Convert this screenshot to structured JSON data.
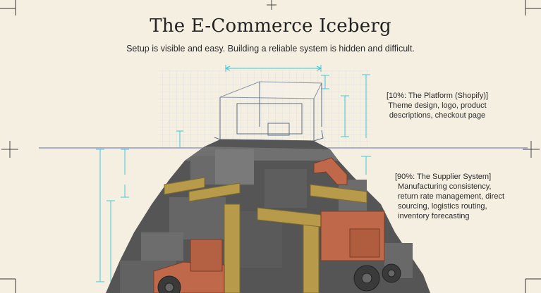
{
  "header": {
    "title": "The E-Commerce Iceberg",
    "subtitle": "Setup is visible and easy. Building a reliable system is hidden and difficult."
  },
  "annotations": {
    "platform": {
      "heading": "[10%: The Platform (Shopify)]",
      "lines": [
        "Theme design, logo, product",
        "descriptions, checkout page"
      ]
    },
    "supplier": {
      "heading": "[90%: The Supplier System]",
      "lines": [
        "Manufacturing consistency,",
        "return rate management, direct",
        "sourcing, logistics routing,",
        "inventory forecasting"
      ]
    }
  },
  "colors": {
    "background": "#f5efe1",
    "blueprint": "#3ec7d9",
    "waterline": "#7f86b8",
    "stone": "#5c5c5c",
    "copper": "#c0694a",
    "brass": "#b79a4a"
  },
  "icons": [
    "registration-cross-icon",
    "corner-mark-icon"
  ]
}
